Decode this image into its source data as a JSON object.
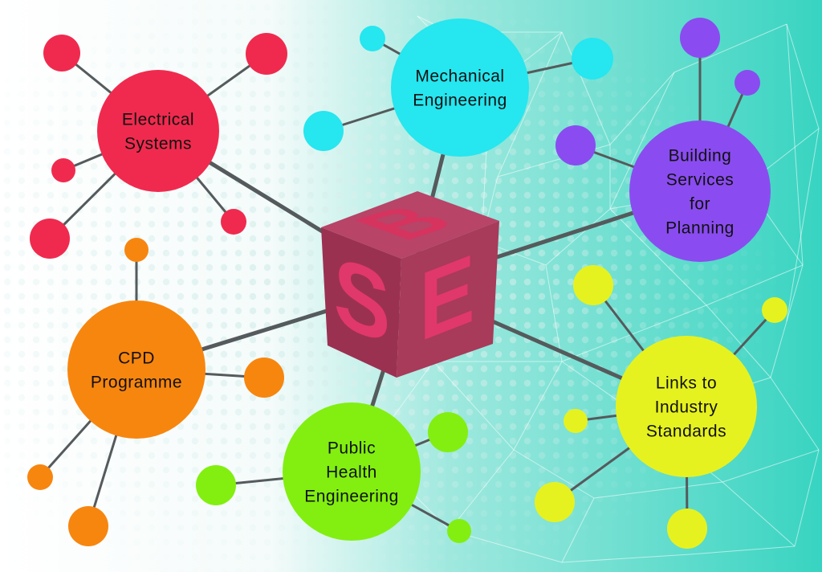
{
  "cube": {
    "letters": [
      "B",
      "S",
      "E"
    ],
    "face_color": "#a83a5a",
    "letter_color": "#e0386a"
  },
  "colors": {
    "background_left": "#ffffff",
    "background_right": "#3dd6c3",
    "connector": "#555a5c"
  },
  "nodes": [
    {
      "id": "electrical-systems",
      "lines": [
        "Electrical",
        "Systems"
      ],
      "color": "#f02a4e"
    },
    {
      "id": "mechanical-engineering",
      "lines": [
        "Mechanical",
        "Engineering"
      ],
      "color": "#26e6ef"
    },
    {
      "id": "building-services-for-planning",
      "lines": [
        "Building",
        "Services",
        "for",
        "Planning"
      ],
      "color": "#8a4cf0"
    },
    {
      "id": "cpd-programme",
      "lines": [
        "CPD",
        "Programme"
      ],
      "color": "#f7860f"
    },
    {
      "id": "links-to-industry-standards",
      "lines": [
        "Links to",
        "Industry",
        "Standards"
      ],
      "color": "#e6f21f"
    },
    {
      "id": "public-health-engineering",
      "lines": [
        "Public",
        "Health",
        "Engineering"
      ],
      "color": "#82ef10"
    }
  ]
}
